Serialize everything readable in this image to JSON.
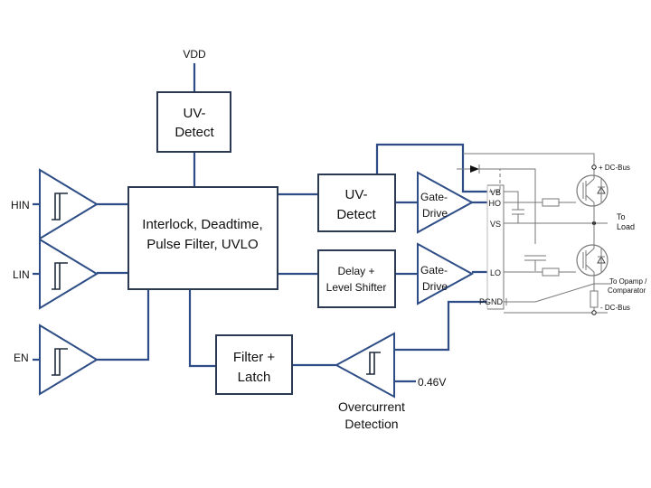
{
  "labels": {
    "vdd": "VDD",
    "hin": "HIN",
    "lin": "LIN",
    "en": "EN",
    "uv_detect_top": [
      "UV-",
      "Detect"
    ],
    "interlock": [
      "Interlock, Deadtime,",
      "Pulse Filter, UVLO"
    ],
    "uv_detect_mid": [
      "UV-",
      "Detect"
    ],
    "delay_shifter": [
      "Delay +",
      "Level Shifter"
    ],
    "gate_drive_high": [
      "Gate-",
      "Drive"
    ],
    "gate_drive_low": [
      "Gate-",
      "Drive"
    ],
    "filter_latch": [
      "Filter +",
      "Latch"
    ],
    "overcurrent": [
      "Overcurrent",
      "Detection"
    ],
    "ref_voltage": "0.46V",
    "pin_vb": "VB",
    "pin_ho": "HO",
    "pin_vs": "VS",
    "pin_lo": "LO",
    "pin_pgnd": "PGND",
    "dc_plus": "+ DC-Bus",
    "to_load": [
      "To",
      "Load"
    ],
    "to_opamp": [
      "To Opamp /",
      "Comparator"
    ],
    "dc_minus": "- DC-Bus"
  }
}
